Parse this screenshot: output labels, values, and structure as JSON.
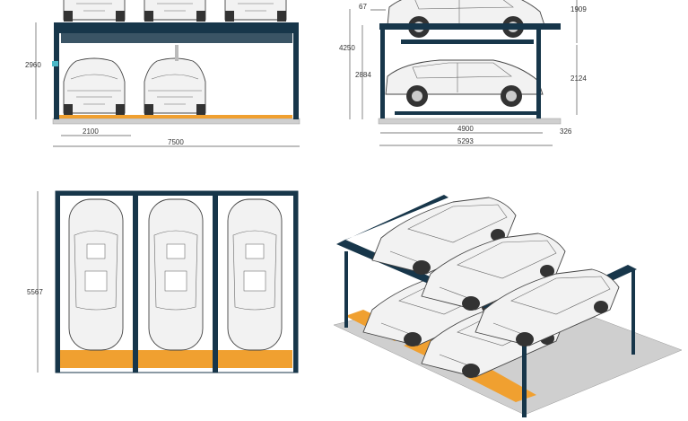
{
  "front_view": {
    "dimensions": {
      "height": "2960",
      "bay_width": "2100",
      "total_width": "7500"
    }
  },
  "side_view": {
    "dimensions": {
      "offset_top": "67",
      "upper_car_clearance": "1909",
      "total_height": "4250",
      "upper_platform_height": "2884",
      "lower_car_clearance": "2124",
      "platform_length": "4900",
      "overhang": "326",
      "total_length": "5293"
    }
  },
  "top_view": {
    "dimensions": {
      "depth": "5567"
    }
  },
  "colors": {
    "frame": "#17364a",
    "floor_strip": "#f0a030",
    "floor": "#cfcfcf"
  }
}
